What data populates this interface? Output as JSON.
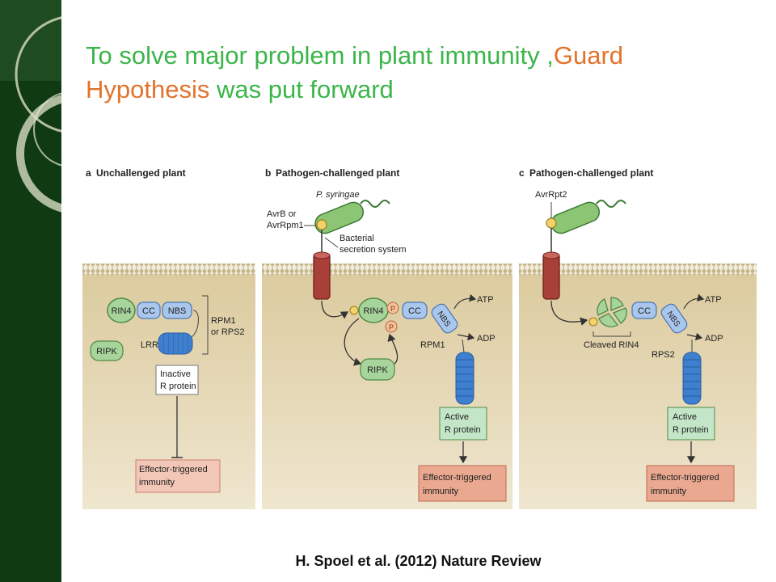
{
  "slide": {
    "title_part1": "To solve major problem in plant immunity ,",
    "title_part2": "Guard",
    "title_part3": "Hypothesis",
    "title_part4": " was put forward",
    "citation": "H. Spoel et al. (2012) Nature Review"
  },
  "colors": {
    "sidebar": "#0f3a12",
    "title_green": "#3cb54a",
    "title_orange": "#e2732c",
    "cell_interior": "#e3cfa5",
    "membrane": "#cfc49f",
    "syringe_tube": "#a84038",
    "bacterium": "#8cc675",
    "rin4": "#a6d49a",
    "cc": "#a9c6ec",
    "nbs_lrr": "#3f7fcf",
    "eti_box": "#f3c7b8"
  },
  "panels": {
    "a": {
      "letter": "a",
      "heading": "Unchallenged plant",
      "rin4": "RIN4",
      "cc": "CC",
      "nbs": "NBS",
      "rpm1": "RPM1",
      "or_rps2": "or RPS2",
      "lrr": "LRR",
      "ripk": "RIPK",
      "inactive_1": "Inactive",
      "inactive_2": "R protein",
      "eti_1": "Effector-triggered",
      "eti_2": "immunity"
    },
    "b": {
      "letter": "b",
      "heading": "Pathogen-challenged plant",
      "pathogen": "P. syringae",
      "avrb_1": "AvrB or",
      "avrb_2": "AvrRpm1",
      "secretion_1": "Bacterial",
      "secretion_2": "secretion system",
      "rin4": "RIN4",
      "p_symbol": "P",
      "cc": "CC",
      "nbs": "NBS",
      "atp": "ATP",
      "adp": "ADP",
      "rpm1": "RPM1",
      "ripk": "RIPK",
      "active_1": "Active",
      "active_2": "R protein",
      "eti_1": "Effector-triggered",
      "eti_2": "immunity"
    },
    "c": {
      "letter": "c",
      "heading": "Pathogen-challenged plant",
      "effector": "AvrRpt2",
      "cleaved": "Cleaved RIN4",
      "cc": "CC",
      "nbs": "NBS",
      "atp": "ATP",
      "adp": "ADP",
      "rps2": "RPS2",
      "active_1": "Active",
      "active_2": "R protein",
      "eti_1": "Effector-triggered",
      "eti_2": "immunity"
    }
  }
}
